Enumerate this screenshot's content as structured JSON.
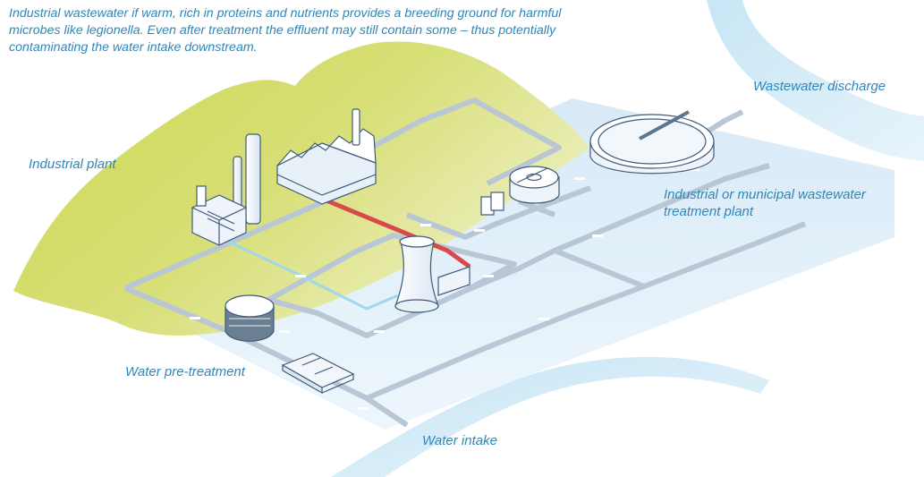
{
  "intro": {
    "line1": "Industrial wastewater if warm, rich in proteins and nutrients provides a breeding ground for harmful",
    "line2": "microbes like legionella. Even after treatment the effluent may still contain some – thus potentially",
    "line3": "contaminating the water intake downstream."
  },
  "labels": {
    "industrial_plant": "Industrial plant",
    "wastewater_discharge": "Wastewater discharge",
    "treatment_plant_line1": "Industrial or municipal wastewater",
    "treatment_plant_line2": "treatment plant",
    "water_pretreatment": "Water pre-treatment",
    "water_intake": "Water intake"
  },
  "colors": {
    "text": "#2f86b8",
    "land": "#c9d64a",
    "water_zone": "#dcebf6",
    "river": "#bfe2f3",
    "pipe": "#b9c6d6",
    "hot_pipe": "#d9484a",
    "cool_pipe": "#9fd8ee"
  }
}
